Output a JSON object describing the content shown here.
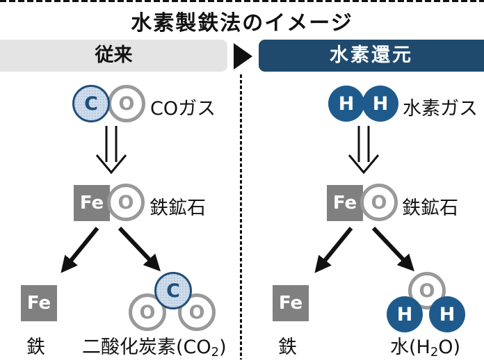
{
  "title": "水素製鉄法のイメージ",
  "colors": {
    "header_gray": "#e4e4e4",
    "header_blue": "#1f4a6e",
    "atom_blue": "#1e5b8c",
    "carbon_border": "#1f4e79",
    "carbon_fill": "#cfdceb",
    "oxygen_gray": "#999999",
    "gray": "#808080"
  },
  "left": {
    "header": "従来",
    "gas": {
      "c": "C",
      "o": "O",
      "label": "COガス"
    },
    "ore": {
      "fe": "Fe",
      "o": "O",
      "label": "鉄鉱石"
    },
    "iron": {
      "fe": "Fe",
      "label": "鉄"
    },
    "co2": {
      "c": "C",
      "o1": "O",
      "o2": "O",
      "label_main": "二酸化炭素(CO",
      "label_sub": "2",
      "label_end": ")"
    }
  },
  "right": {
    "header": "水素還元",
    "gas": {
      "h1": "H",
      "h2": "H",
      "label": "水素ガス"
    },
    "ore": {
      "fe": "Fe",
      "o": "O",
      "label": "鉄鉱石"
    },
    "iron": {
      "fe": "Fe",
      "label": "鉄"
    },
    "water": {
      "o": "O",
      "h1": "H",
      "h2": "H",
      "label_main": "水(H",
      "label_sub": "2",
      "label_end": "O)"
    }
  }
}
